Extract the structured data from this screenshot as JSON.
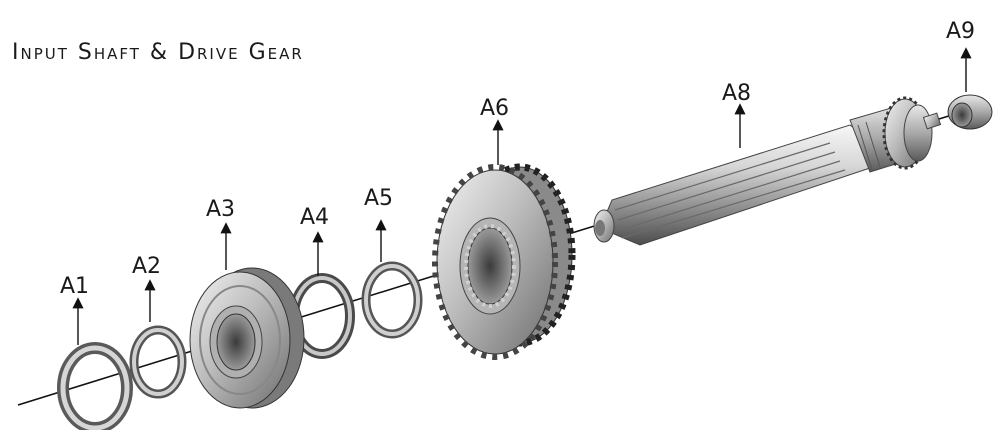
{
  "title": "Input Shaft & Drive Gear",
  "labels": {
    "a1": "A1",
    "a2": "A2",
    "a3": "A3",
    "a4": "A4",
    "a5": "A5",
    "a6": "A6",
    "a8": "A8",
    "a9": "A9"
  }
}
